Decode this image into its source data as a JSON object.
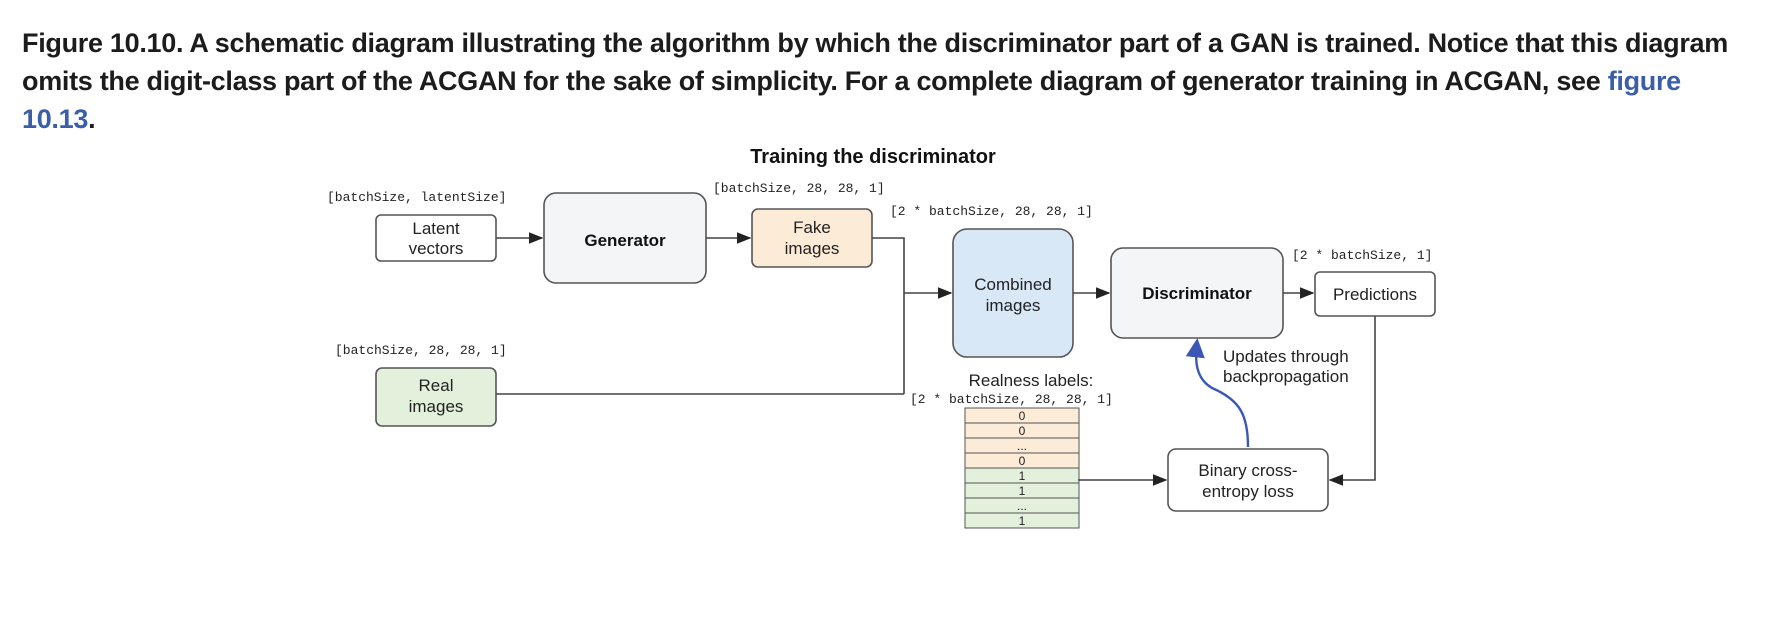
{
  "caption": {
    "text": "Figure 10.10. A schematic diagram illustrating the algorithm by which the discriminator part of a GAN is trained. Notice that this diagram omits the digit-class part of the ACGAN for the sake of simplicity. For a complete diagram of generator training in ACGAN, see ",
    "link": "figure 10.13",
    "end": "."
  },
  "diagram": {
    "title": "Training the discriminator",
    "shapes": {
      "latent": "[batchSize, latentSize]",
      "fake": "[batchSize, 28, 28, 1]",
      "combined": "[2 * batchSize, 28, 28, 1]",
      "real": "[batchSize, 28, 28, 1]",
      "predictions": "[2 * batchSize, 1]",
      "labels": "[2 * batchSize, 28, 28, 1]"
    },
    "boxes": {
      "latent_l1": "Latent",
      "latent_l2": "vectors",
      "generator": "Generator",
      "fake_l1": "Fake",
      "fake_l2": "images",
      "combined_l1": "Combined",
      "combined_l2": "images",
      "discriminator": "Discriminator",
      "predictions": "Predictions",
      "real_l1": "Real",
      "real_l2": "images",
      "loss_l1": "Binary cross-",
      "loss_l2": "entropy loss"
    },
    "notes": {
      "realness": "Realness labels:",
      "updates_l1": "Updates through",
      "updates_l2": "backpropagation"
    },
    "label_cells": [
      "0",
      "0",
      "...",
      "0",
      "1",
      "1",
      "...",
      "1"
    ],
    "colors": {
      "fake_fill": "#fcebd6",
      "real_fill": "#e3f0dc",
      "combined_fill": "#d8e8f7",
      "generator_fill": "#f4f5f7",
      "arrow_blue": "#3a57b5"
    }
  }
}
